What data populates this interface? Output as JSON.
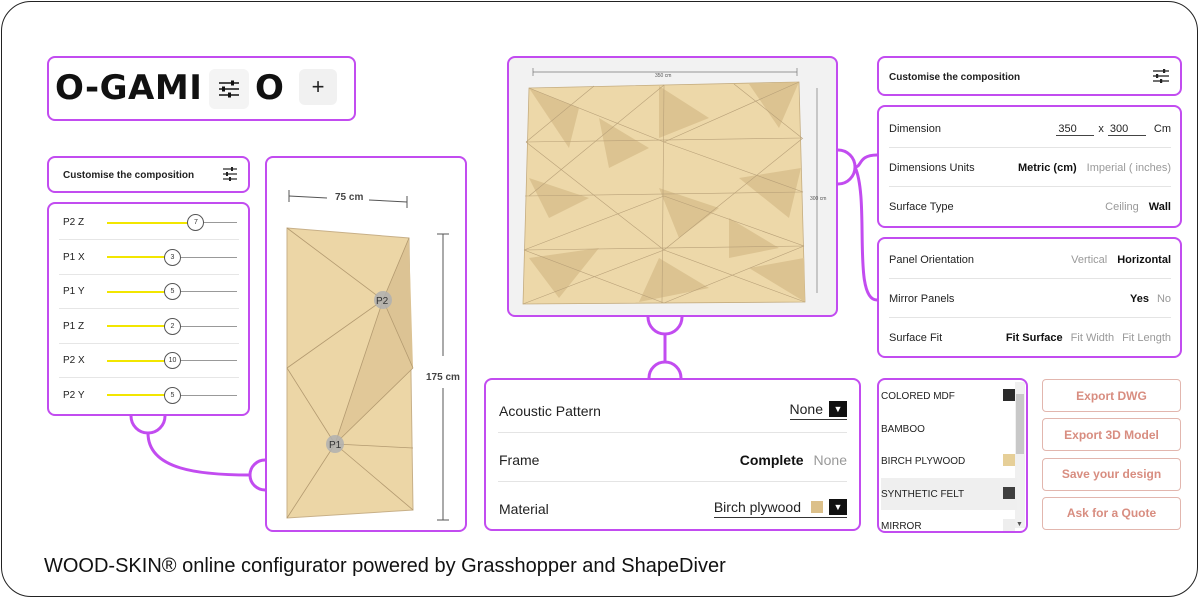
{
  "logo": {
    "text": "O-GAMI",
    "trail": "O",
    "plus": "+"
  },
  "customise_title": "Customise the composition",
  "sliders": [
    {
      "label": "P2 Z",
      "value": "7",
      "fill": 0.68
    },
    {
      "label": "P1 X",
      "value": "3",
      "fill": 0.5
    },
    {
      "label": "P1 Y",
      "value": "5",
      "fill": 0.5
    },
    {
      "label": "P1 Z",
      "value": "2",
      "fill": 0.5
    },
    {
      "label": "P2 X",
      "value": "10",
      "fill": 0.5
    },
    {
      "label": "P2 Y",
      "value": "5",
      "fill": 0.5
    }
  ],
  "panel": {
    "width_label": "75 cm",
    "height_label": "175 cm",
    "p1": "P1",
    "p2": "P2"
  },
  "wall": {
    "width_label": "350 cm",
    "height_label": "300 cm"
  },
  "options1": {
    "dimension": {
      "label": "Dimension",
      "w": "350",
      "x": "x",
      "h": "300",
      "unit": "Cm"
    },
    "units": {
      "label": "Dimensions Units",
      "on": "Metric (cm)",
      "off": "Imperial ( inches)"
    },
    "surface": {
      "label": "Surface Type",
      "off": "Ceiling",
      "on": "Wall"
    }
  },
  "options2": {
    "orientation": {
      "label": "Panel Orientation",
      "off": "Vertical",
      "on": "Horizontal"
    },
    "mirror": {
      "label": "Mirror Panels",
      "on": "Yes",
      "off": "No"
    },
    "fit": {
      "label": "Surface Fit",
      "on": "Fit Surface",
      "off1": "Fit Width",
      "off2": "Fit Length"
    }
  },
  "bottom": {
    "acoustic": {
      "label": "Acoustic Pattern",
      "value": "None"
    },
    "frame": {
      "label": "Frame",
      "on": "Complete",
      "off": "None"
    },
    "material": {
      "label": "Material",
      "value": "Birch plywood",
      "swatch": "#dcc08a"
    }
  },
  "materials": [
    {
      "label": "COLORED MDF",
      "swatch": "#2b2b2b"
    },
    {
      "label": "BAMBOO",
      "swatch": ""
    },
    {
      "label": "BIRCH PLYWOOD",
      "swatch": "#e6cf98"
    },
    {
      "label": "SYNTHETIC FELT",
      "swatch": "#3e3e3e"
    },
    {
      "label": "MIRROR",
      "swatch": "#eeeeee"
    }
  ],
  "buttons": [
    "Export DWG",
    "Export 3D Model",
    "Save your design",
    "Ask for a Quote"
  ],
  "caption": "WOOD-SKIN® online configurator powered by Grasshopper and ShapeDiver",
  "colors": {
    "accent": "#c24cf0",
    "wood": "#ecd6a6",
    "button_text": "#d88d80"
  }
}
